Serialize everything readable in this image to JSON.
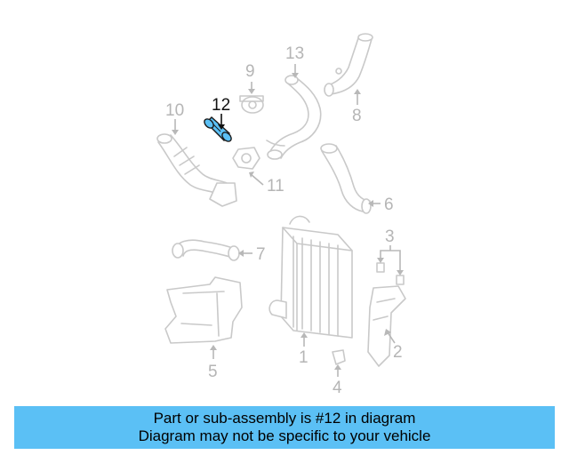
{
  "diagram": {
    "highlight_color": "#5bc0f5",
    "highlighted_part": "12",
    "callouts": [
      "1",
      "2",
      "3",
      "4",
      "5",
      "6",
      "7",
      "8",
      "9",
      "10",
      "11",
      "12",
      "13"
    ]
  },
  "banner": {
    "line1": "Part or sub-assembly is #12 in diagram",
    "line2": "Diagram may not be specific to your vehicle",
    "color": "#5bc0f5"
  }
}
